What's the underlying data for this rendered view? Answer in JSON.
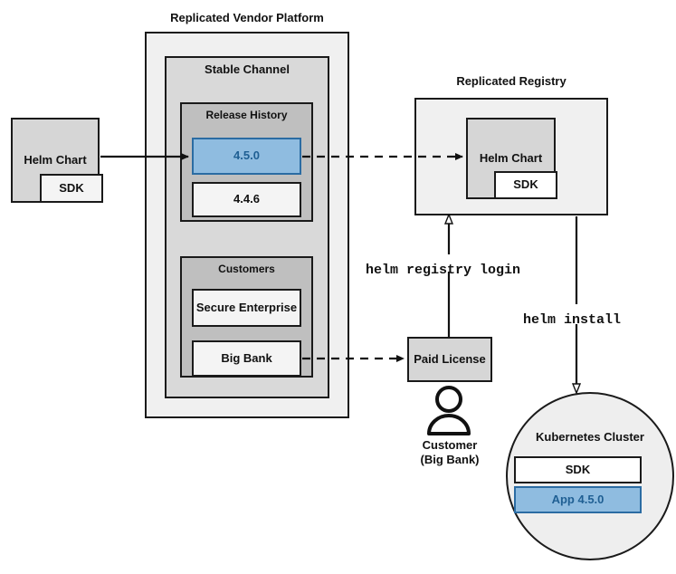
{
  "diagram": {
    "title_vendor_platform": "Replicated Vendor Platform",
    "title_registry": "Replicated Registry",
    "source_chart": {
      "label": "Helm Chart",
      "sdk_label": "SDK"
    },
    "stable_channel": {
      "label": "Stable Channel",
      "release_history": {
        "label": "Release History",
        "releases": [
          {
            "version": "4.5.0",
            "highlighted": true
          },
          {
            "version": "4.4.6",
            "highlighted": false
          }
        ]
      },
      "customers": {
        "label": "Customers",
        "items": [
          {
            "name": "Secure Enterprise"
          },
          {
            "name": "Big Bank"
          }
        ]
      }
    },
    "registry": {
      "chart_label": "Helm Chart",
      "sdk_label": "SDK"
    },
    "paid_license": {
      "label": "Paid License"
    },
    "customer_actor": {
      "line1": "Customer",
      "line2": "(Big Bank)",
      "icon": "person-icon"
    },
    "cluster": {
      "label": "Kubernetes Cluster",
      "components": [
        {
          "name": "SDK",
          "highlighted": false
        },
        {
          "name": "App 4.5.0",
          "highlighted": true
        }
      ]
    },
    "commands": {
      "registry_login": "helm registry login",
      "install": "helm install"
    },
    "colors": {
      "highlight_fill": "#8fbce0",
      "highlight_border": "#2b6ca3",
      "highlight_text": "#1f5f93",
      "platform_fill": "#f0f0f0",
      "channel_fill": "#d9d9d9",
      "group_fill": "#bfbfbf",
      "stroke": "#1a1a1a"
    }
  }
}
